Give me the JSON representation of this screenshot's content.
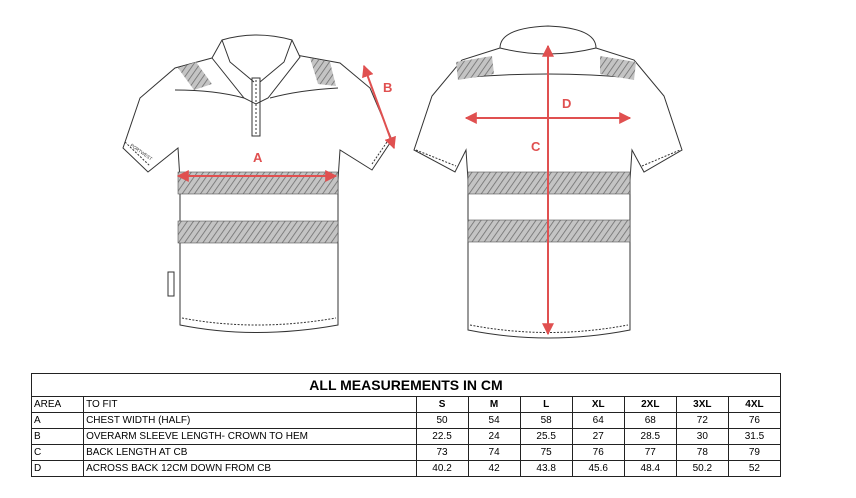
{
  "diagram": {
    "labels": {
      "a": "A",
      "b": "B",
      "c": "C",
      "d": "D"
    },
    "brand": "PORTWEST"
  },
  "table": {
    "title": "ALL MEASUREMENTS IN CM",
    "header": [
      "AREA",
      "TO FIT",
      "S",
      "M",
      "L",
      "XL",
      "2XL",
      "3XL",
      "4XL"
    ],
    "rows": [
      {
        "area": "A",
        "fit": "CHEST WIDTH (HALF)",
        "values": [
          "50",
          "54",
          "58",
          "64",
          "68",
          "72",
          "76"
        ]
      },
      {
        "area": "B",
        "fit": "OVERARM SLEEVE LENGTH- CROWN TO HEM",
        "values": [
          "22.5",
          "24",
          "25.5",
          "27",
          "28.5",
          "30",
          "31.5"
        ]
      },
      {
        "area": "C",
        "fit": "BACK LENGTH AT CB",
        "values": [
          "73",
          "74",
          "75",
          "76",
          "77",
          "78",
          "79"
        ]
      },
      {
        "area": "D",
        "fit": "ACROSS BACK 12CM DOWN FROM CB",
        "values": [
          "40.2",
          "42",
          "43.8",
          "45.6",
          "48.4",
          "50.2",
          "52"
        ]
      }
    ]
  },
  "colors": {
    "arrow": "#e05050",
    "tape": "#9a9a9a",
    "outline": "#333333"
  }
}
